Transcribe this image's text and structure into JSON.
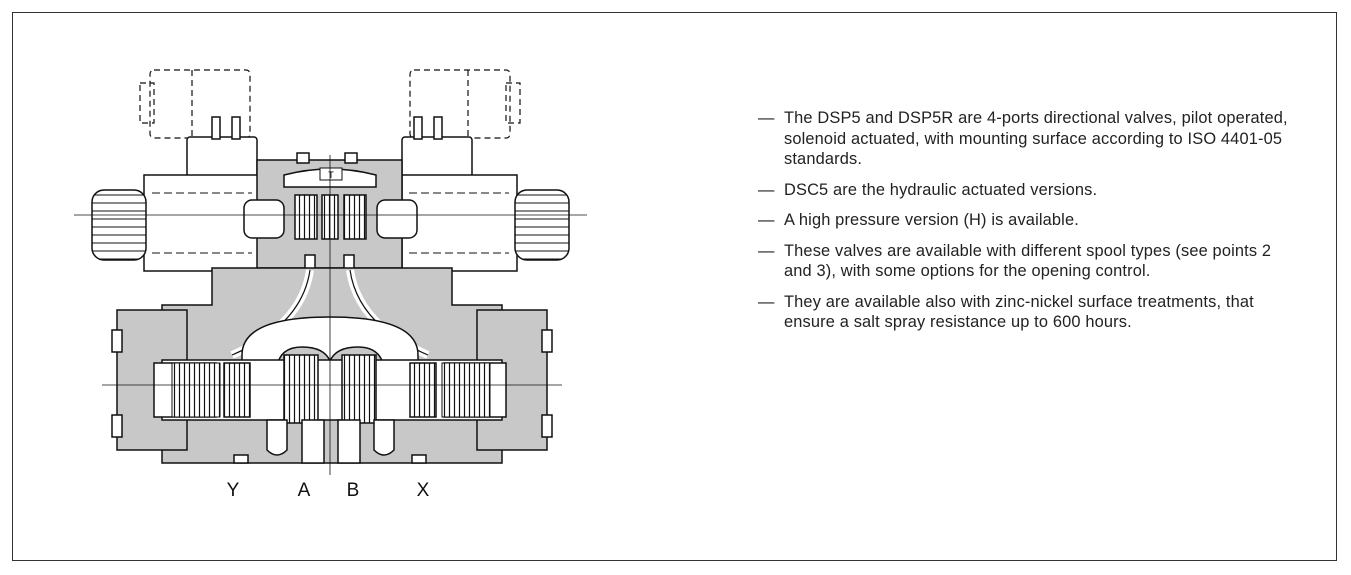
{
  "diagram": {
    "ports": [
      "Y",
      "A",
      "B",
      "X"
    ],
    "tank_port": "T"
  },
  "description": {
    "bullet_marker": "—",
    "items": [
      "The DSP5 and DSP5R are 4-ports directional valves, pilot operated, solenoid actuated, with mounting surface according to ISO 4401-05 standards.",
      "DSC5 are the hydraulic actuated versions.",
      "A high pressure version (H) is available.",
      "These valves are available with different spool types (see points 2 and 3), with some options for the opening control.",
      "They are available also with zinc-nickel surface treatments, that ensure a salt spray resistance up to 600 hours."
    ]
  },
  "colors": {
    "body_fill": "#c8c8c8",
    "line": "#111111",
    "frame": "#333333"
  }
}
